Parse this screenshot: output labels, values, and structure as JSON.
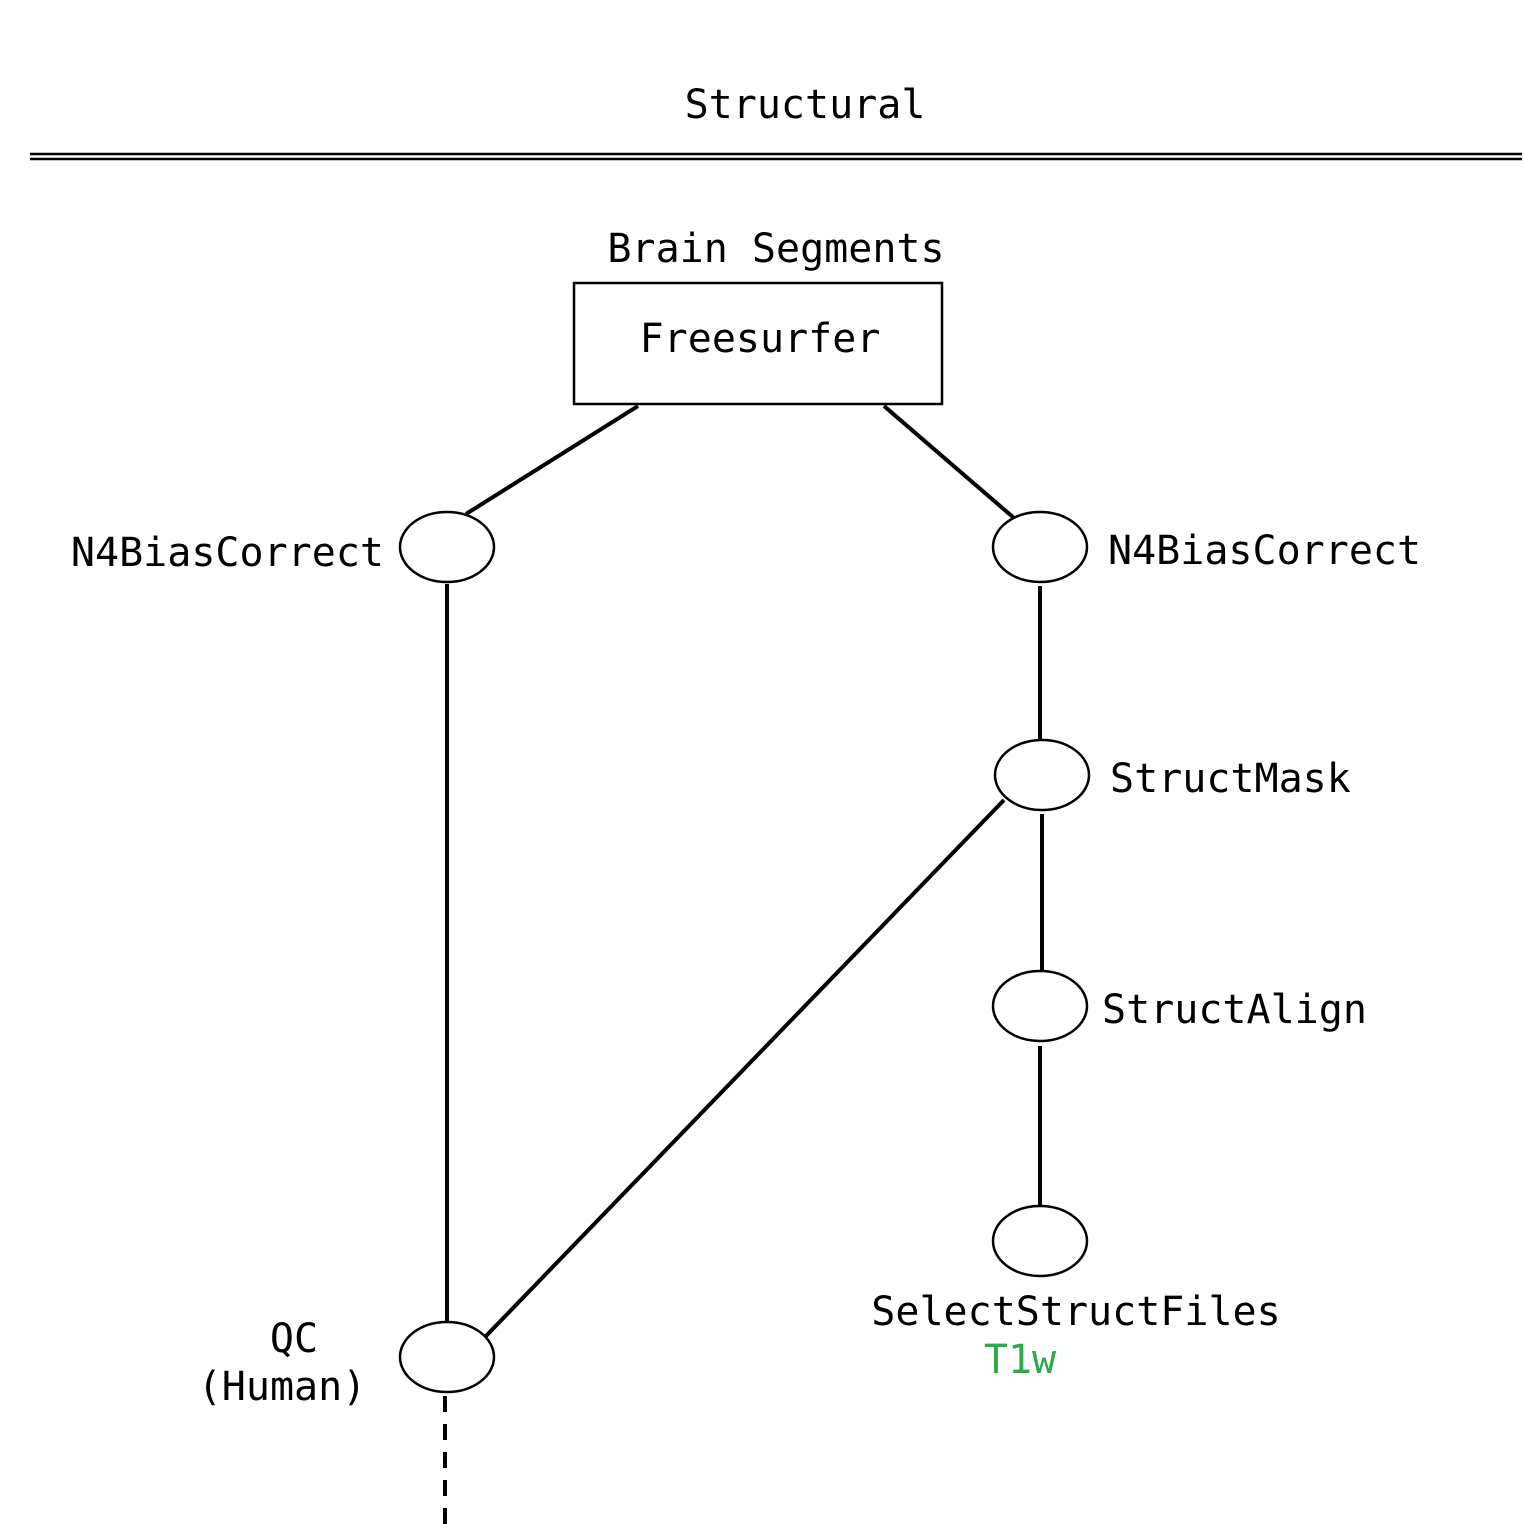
{
  "section_title": "Structural",
  "freesurfer": {
    "label": "Freesurfer",
    "caption": "Brain Segments"
  },
  "nodes": {
    "n4_left": "N4BiasCorrect",
    "n4_right": "N4BiasCorrect",
    "struct_mask": "StructMask",
    "struct_align": "StructAlign",
    "select_struct_files": "SelectStructFiles",
    "select_struct_files_tag": "T1w",
    "qc_line1": "QC",
    "qc_line2": "(Human)"
  },
  "colors": {
    "tag": "#2ea84a"
  }
}
